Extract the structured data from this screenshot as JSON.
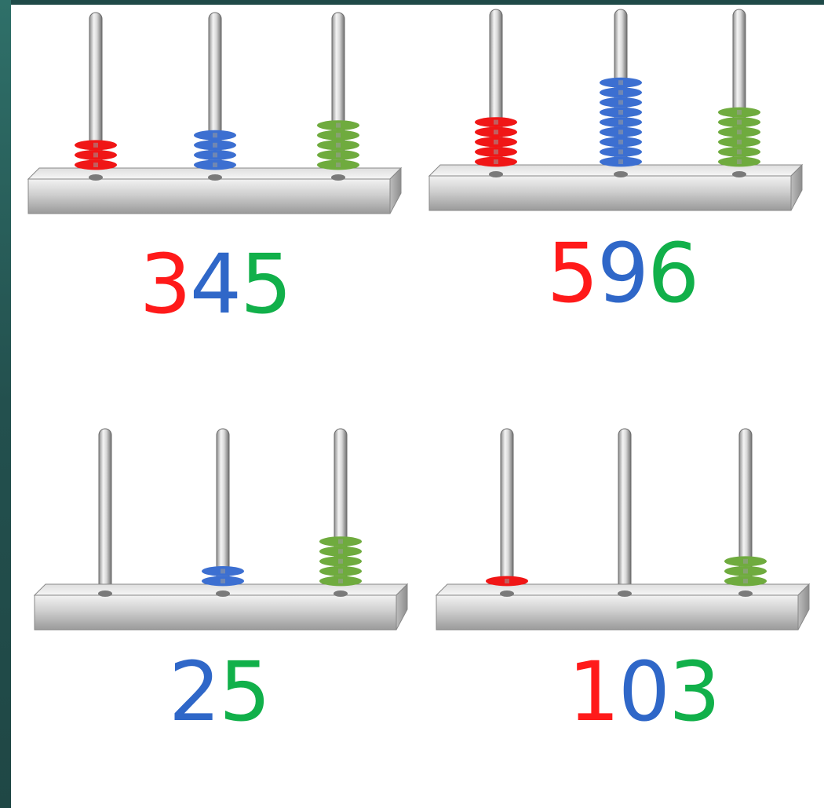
{
  "colors": {
    "hundreds": "#ff1a1a",
    "tens": "#2f67c8",
    "ones": "#11b04a",
    "bead_hundreds": "#f01616",
    "bead_tens": "#3c6fd1",
    "bead_ones": "#6fab3e"
  },
  "examples": [
    {
      "id": "abacus-345",
      "beads": [
        3,
        4,
        5
      ],
      "digits": [
        "3",
        "4",
        "5"
      ],
      "digit_places": [
        "hundreds",
        "tens",
        "ones"
      ]
    },
    {
      "id": "abacus-596",
      "beads": [
        5,
        9,
        6
      ],
      "digits": [
        "5",
        "9",
        "6"
      ],
      "digit_places": [
        "hundreds",
        "tens",
        "ones"
      ]
    },
    {
      "id": "abacus-25",
      "beads": [
        0,
        2,
        5
      ],
      "digits": [
        "2",
        "5"
      ],
      "digit_places": [
        "tens",
        "ones"
      ]
    },
    {
      "id": "abacus-103",
      "beads": [
        1,
        0,
        3
      ],
      "digits": [
        "1",
        "0",
        "3"
      ],
      "digit_places": [
        "hundreds",
        "tens",
        "ones"
      ]
    }
  ]
}
